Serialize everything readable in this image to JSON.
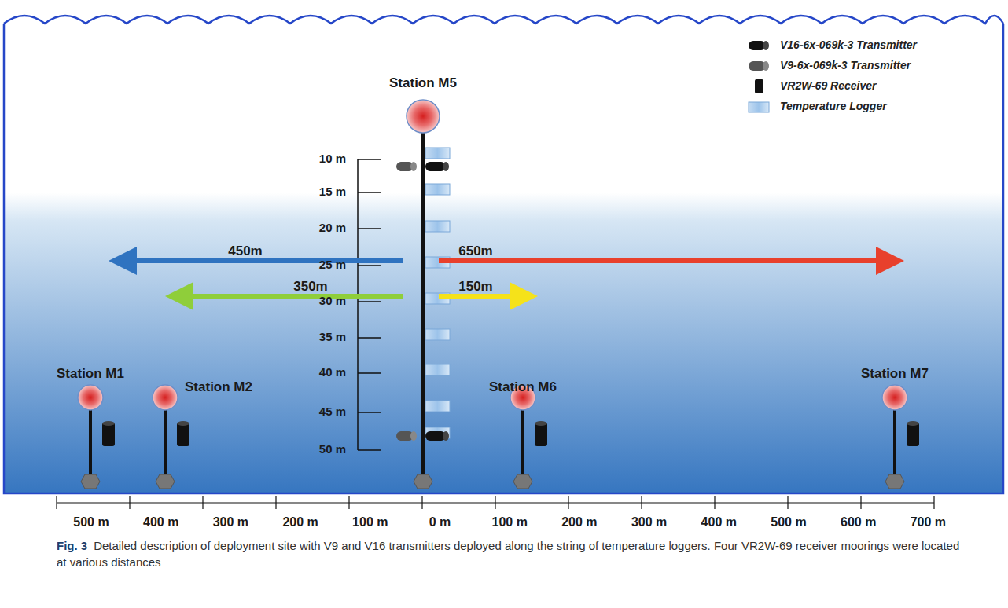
{
  "diagram": {
    "caption": "Detailed description of deployment site with V9 and V16 transmitters deployed along the string of temperature loggers. Four VR2W-69 receiver moorings were located at various distances",
    "labels": [
      "Fig. 3",
      "Station M5",
      "Station M1",
      "Station M2",
      "Station M6",
      "Station M7",
      "10 m",
      "15 m",
      "20 m",
      "25 m",
      "30 m",
      "35 m",
      "40 m",
      "45 m",
      "50 m",
      "450m",
      "650m",
      "350m",
      "150m",
      "500 m",
      "400 m",
      "300 m",
      "200 m",
      "100 m",
      "0 m",
      "100 m",
      "200 m",
      "300 m",
      "400 m",
      "500 m",
      "600 m",
      "700 m"
    ],
    "legend": [
      {
        "text": "V16-6x-069k-3 Transmitter"
      },
      {
        "text": "V9-6x-069k-3 Transmitter"
      },
      {
        "text": "VR2W-69 Receiver"
      },
      {
        "text": "Temperature Logger"
      }
    ]
  }
}
